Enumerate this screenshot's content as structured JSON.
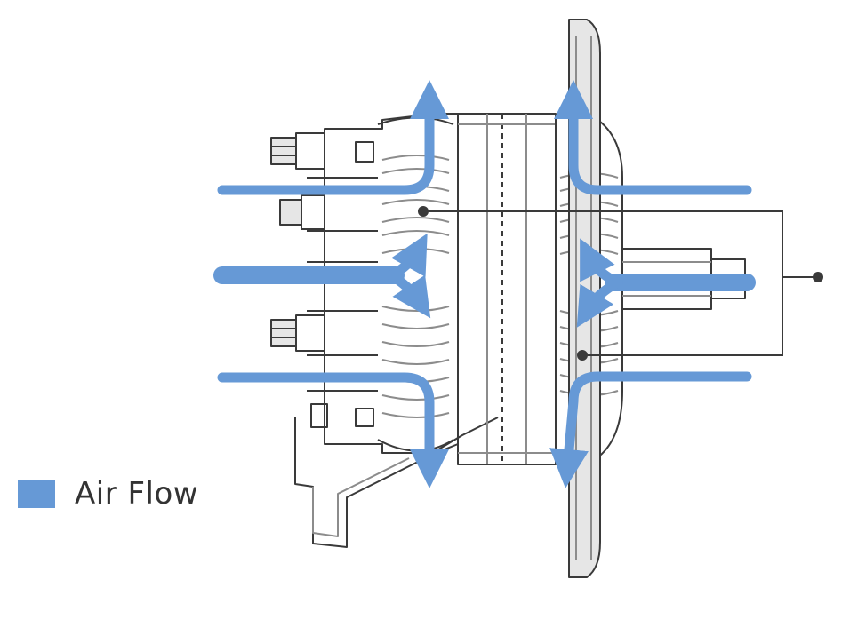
{
  "legend": {
    "label": "Air Flow"
  },
  "colors": {
    "airflow": "#6699D6",
    "outline": "#3a3a3a",
    "light_line": "#8c8c8c",
    "fill": "#ffffff",
    "shade": "#e6e6e6"
  },
  "icons": [
    "alternator-cutaway",
    "airflow-arrow",
    "wiring-connector-dot"
  ]
}
